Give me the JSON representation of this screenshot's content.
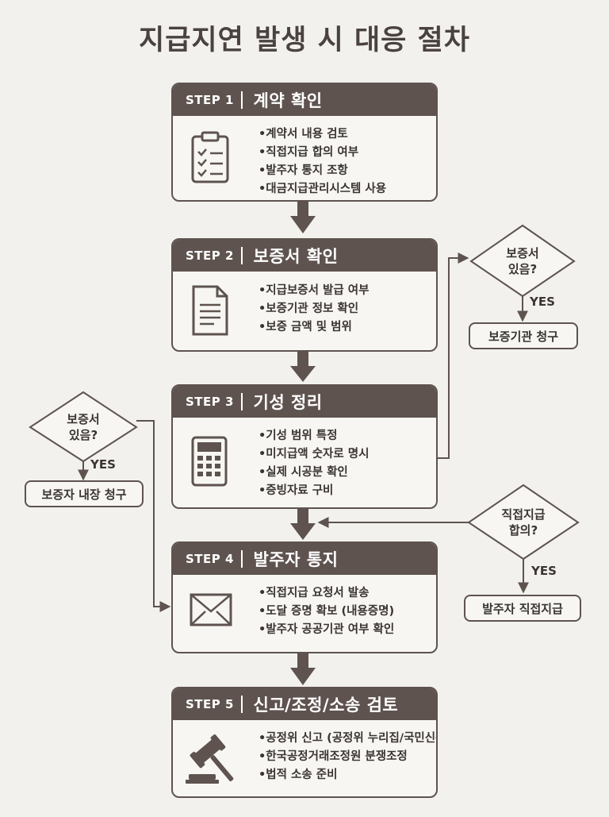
{
  "title": "지급지연 발생 시 대응 절차",
  "steps": [
    {
      "label": "STEP 1",
      "title": "계약 확인",
      "icon": "clipboard-icon",
      "items": [
        "계약서 내용 검토",
        "직접지급 합의 여부",
        "발주자 통지 조항",
        "대금지급관리시스템 사용"
      ]
    },
    {
      "label": "STEP 2",
      "title": "보증서 확인",
      "icon": "document-icon",
      "items": [
        "지급보증서 발급 여부",
        "보증기관 정보 확인",
        "보증 금액 및 범위"
      ]
    },
    {
      "label": "STEP 3",
      "title": "기성 정리",
      "icon": "calculator-icon",
      "items": [
        "기성 범위 특정",
        "미지급액 숫자로 명시",
        "실제 시공분 확인",
        "증빙자료 구비"
      ]
    },
    {
      "label": "STEP 4",
      "title": "발주자 통지",
      "icon": "envelope-icon",
      "items": [
        "직접지급 요청서 발송",
        "도달 증명 확보 (내용증명)",
        "발주자 공공기관 여부 확인"
      ]
    },
    {
      "label": "STEP 5",
      "title": "신고/조정/소송 검토",
      "icon": "gavel-icon",
      "items": [
        "공정위 신고 (공정위 누리집/국민신문고)",
        "한국공정거래조정원 분쟁조정",
        "법적 소송 준비"
      ]
    }
  ],
  "decisions": {
    "guarantee_right": {
      "line1": "보증서",
      "line2": "있음?",
      "yes": "YES",
      "outcome": "보증기관 청구"
    },
    "guarantee_left": {
      "line1": "보증서",
      "line2": "있음?",
      "yes": "YES",
      "outcome": "보증자 내장 청구"
    },
    "direct_payment": {
      "line1": "직접지급",
      "line2": "합의?",
      "yes": "YES",
      "outcome": "발주자 직접지급"
    }
  },
  "colors": {
    "primary": "#5e534f",
    "background": "#f2f1ee",
    "box_fill": "#f7f6f3",
    "text": "#3a3432"
  }
}
